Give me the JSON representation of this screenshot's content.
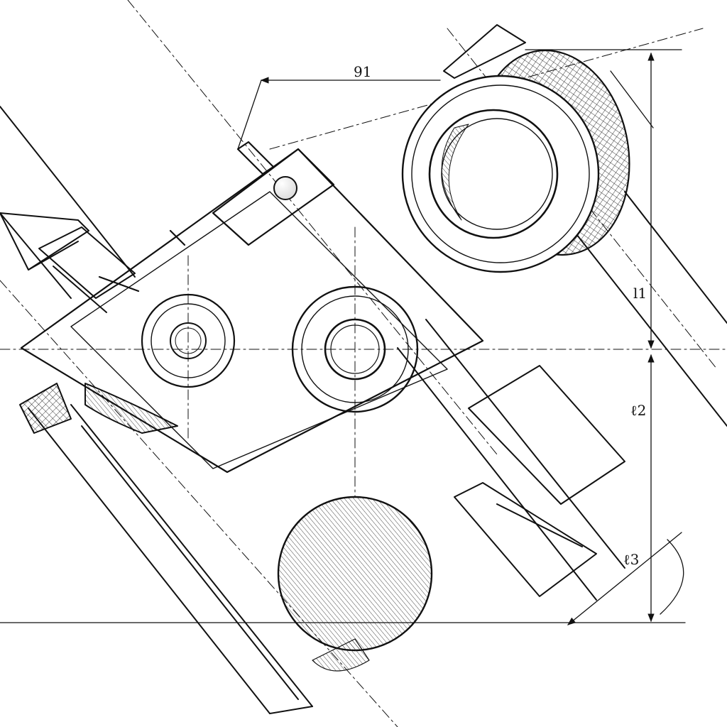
{
  "dimensions": {
    "top": "91",
    "right_upper": "l1",
    "right_middle": "ℓ2",
    "right_lower": "ℓ3"
  },
  "colors": {
    "ink": "#111111",
    "paper": "#ffffff"
  }
}
